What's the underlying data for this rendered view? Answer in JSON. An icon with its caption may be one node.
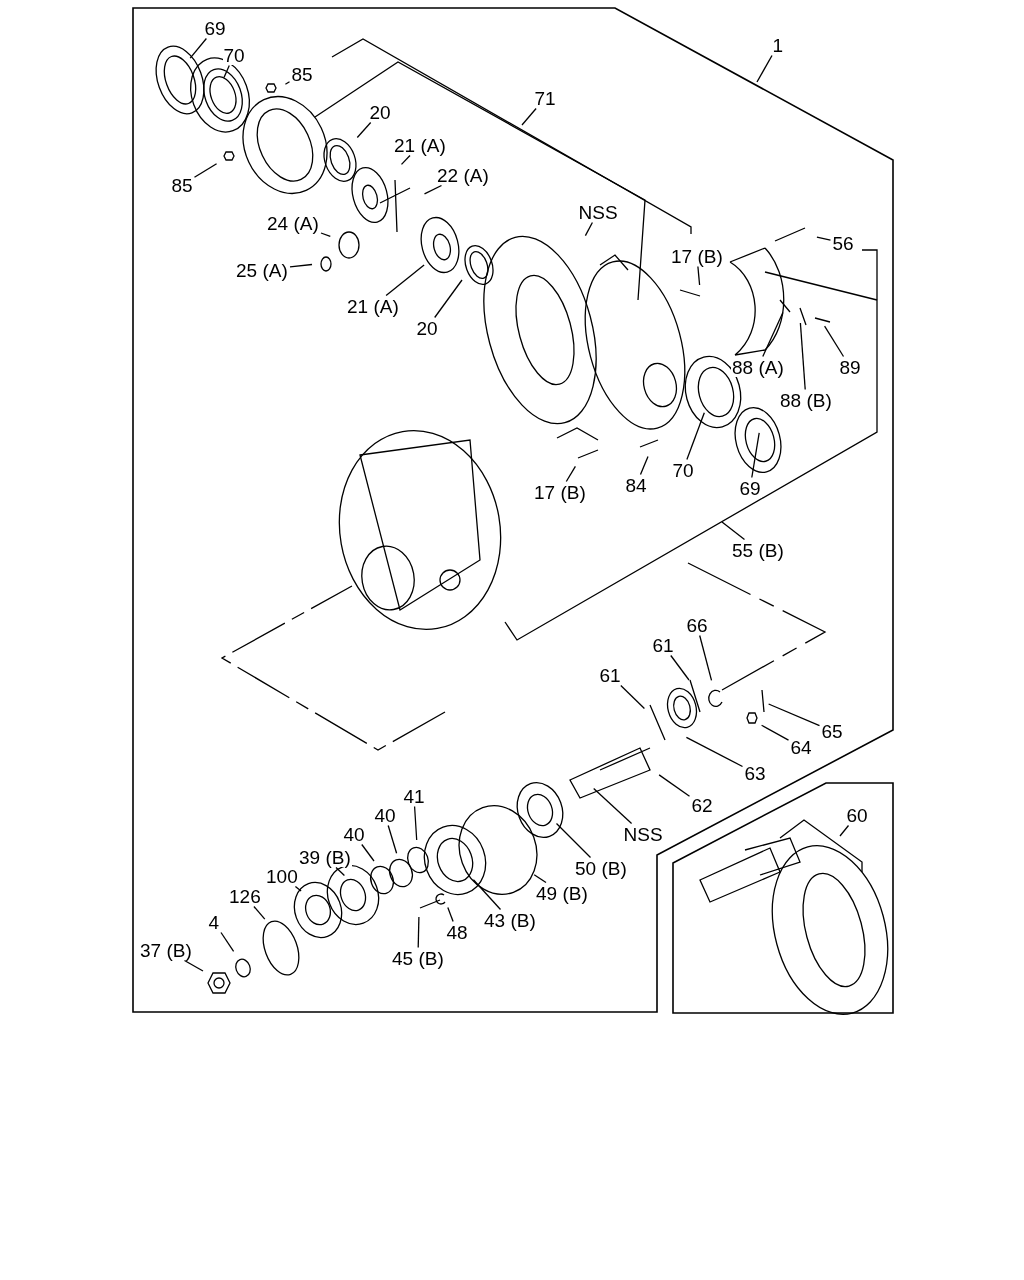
{
  "diagram": {
    "nodes": [
      {
        "text": [
          "69"
        ]
      },
      {
        "text": [
          "70"
        ]
      },
      {
        "text": [
          "85"
        ]
      },
      {
        "text": [
          "85"
        ]
      },
      {
        "text": [
          "20"
        ]
      },
      {
        "text": [
          "21 (A)"
        ]
      },
      {
        "text": [
          "22 (A)"
        ]
      },
      {
        "text": [
          "24 (A)"
        ]
      },
      {
        "text": [
          "25 (A)"
        ]
      },
      {
        "text": [
          "21 (A)"
        ]
      },
      {
        "text": [
          "20"
        ]
      },
      {
        "text": [
          "NSS"
        ]
      },
      {
        "text": [
          "1"
        ]
      },
      {
        "text": [
          "71"
        ]
      },
      {
        "text": [
          "17 (B)"
        ]
      },
      {
        "text": [
          "56"
        ]
      },
      {
        "text": [
          "88 (A)"
        ]
      },
      {
        "text": [
          "89"
        ]
      },
      {
        "text": [
          "88 (B)"
        ]
      },
      {
        "text": [
          "70"
        ]
      },
      {
        "text": [
          "69"
        ]
      },
      {
        "text": [
          "84"
        ]
      },
      {
        "text": [
          "17 (B)"
        ]
      },
      {
        "text": [
          "55 (B)"
        ]
      },
      {
        "text": [
          "66"
        ]
      },
      {
        "text": [
          "61"
        ]
      },
      {
        "text": [
          "61"
        ]
      },
      {
        "text": [
          "65"
        ]
      },
      {
        "text": [
          "64"
        ]
      },
      {
        "text": [
          "63"
        ]
      },
      {
        "text": [
          "62"
        ]
      },
      {
        "text": [
          "NSS"
        ]
      },
      {
        "text": [
          "50 (B)"
        ]
      },
      {
        "text": [
          "49 (B)"
        ]
      },
      {
        "text": [
          "43 (B)"
        ]
      },
      {
        "text": [
          "41"
        ]
      },
      {
        "text": [
          "40"
        ]
      },
      {
        "text": [
          "40"
        ]
      },
      {
        "text": [
          "39 (B)"
        ]
      },
      {
        "text": [
          "100"
        ]
      },
      {
        "text": [
          "126"
        ]
      },
      {
        "text": [
          "4"
        ]
      },
      {
        "text": [
          "37 (B)"
        ]
      },
      {
        "text": [
          "48"
        ]
      },
      {
        "text": [
          "45 (B)"
        ]
      },
      {
        "text": [
          "60"
        ]
      }
    ],
    "edges": [
      {
        "from": 0,
        "to": null,
        "arrow": "none"
      },
      {
        "from": 1,
        "to": null,
        "arrow": "none"
      },
      {
        "from": 2,
        "to": null,
        "arrow": "none"
      },
      {
        "from": 3,
        "to": null,
        "arrow": "none"
      },
      {
        "from": 4,
        "to": null,
        "arrow": "none"
      },
      {
        "from": 5,
        "to": null,
        "arrow": "none"
      },
      {
        "from": 6,
        "to": null,
        "arrow": "none"
      },
      {
        "from": 7,
        "to": null,
        "arrow": "none"
      },
      {
        "from": 8,
        "to": null,
        "arrow": "none"
      },
      {
        "from": 9,
        "to": null,
        "arrow": "none"
      },
      {
        "from": 10,
        "to": null,
        "arrow": "none"
      },
      {
        "from": 11,
        "to": null,
        "arrow": "none"
      },
      {
        "from": 12,
        "to": null,
        "arrow": "none"
      },
      {
        "from": 13,
        "to": null,
        "arrow": "none"
      },
      {
        "from": 14,
        "to": null,
        "arrow": "none"
      },
      {
        "from": 15,
        "to": null,
        "arrow": "none"
      },
      {
        "from": 16,
        "to": null,
        "arrow": "none"
      },
      {
        "from": 17,
        "to": null,
        "arrow": "none"
      },
      {
        "from": 18,
        "to": null,
        "arrow": "none"
      },
      {
        "from": 19,
        "to": null,
        "arrow": "none"
      },
      {
        "from": 20,
        "to": null,
        "arrow": "none"
      },
      {
        "from": 21,
        "to": null,
        "arrow": "none"
      },
      {
        "from": 22,
        "to": null,
        "arrow": "none"
      },
      {
        "from": 23,
        "to": null,
        "arrow": "none"
      },
      {
        "from": 24,
        "to": null,
        "arrow": "none"
      },
      {
        "from": 25,
        "to": null,
        "arrow": "none"
      },
      {
        "from": 26,
        "to": null,
        "arrow": "none"
      },
      {
        "from": 27,
        "to": null,
        "arrow": "none"
      },
      {
        "from": 28,
        "to": null,
        "arrow": "none"
      },
      {
        "from": 29,
        "to": null,
        "arrow": "none"
      },
      {
        "from": 30,
        "to": null,
        "arrow": "none"
      },
      {
        "from": 31,
        "to": null,
        "arrow": "none"
      },
      {
        "from": 32,
        "to": null,
        "arrow": "none"
      },
      {
        "from": 33,
        "to": null,
        "arrow": "none"
      },
      {
        "from": 34,
        "to": null,
        "arrow": "none"
      },
      {
        "from": 35,
        "to": null,
        "arrow": "none"
      },
      {
        "from": 36,
        "to": null,
        "arrow": "none"
      },
      {
        "from": 37,
        "to": null,
        "arrow": "none"
      },
      {
        "from": 38,
        "to": null,
        "arrow": "none"
      },
      {
        "from": 39,
        "to": null,
        "arrow": "none"
      },
      {
        "from": 40,
        "to": null,
        "arrow": "none"
      },
      {
        "from": 41,
        "to": null,
        "arrow": "none"
      },
      {
        "from": 42,
        "to": null,
        "arrow": "none"
      },
      {
        "from": 43,
        "to": null,
        "arrow": "none"
      },
      {
        "from": 44,
        "to": null,
        "arrow": "none"
      },
      {
        "from": 45,
        "to": null,
        "arrow": "none"
      }
    ]
  }
}
